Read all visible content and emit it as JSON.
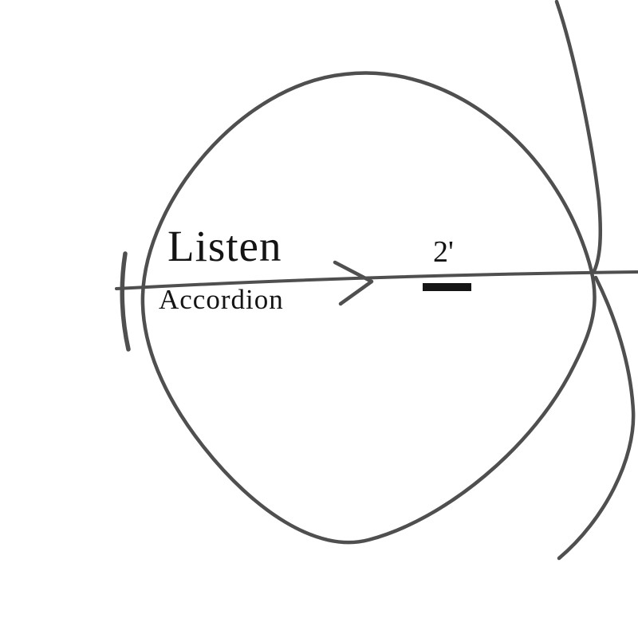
{
  "canvas": {
    "background": "#ffffff",
    "ink_color": "#4f4f4f",
    "text_color": "#141414",
    "bar_color": "#151515"
  },
  "labels": {
    "title": "Listen",
    "subtitle": "Accordion",
    "measurement": "2'"
  }
}
